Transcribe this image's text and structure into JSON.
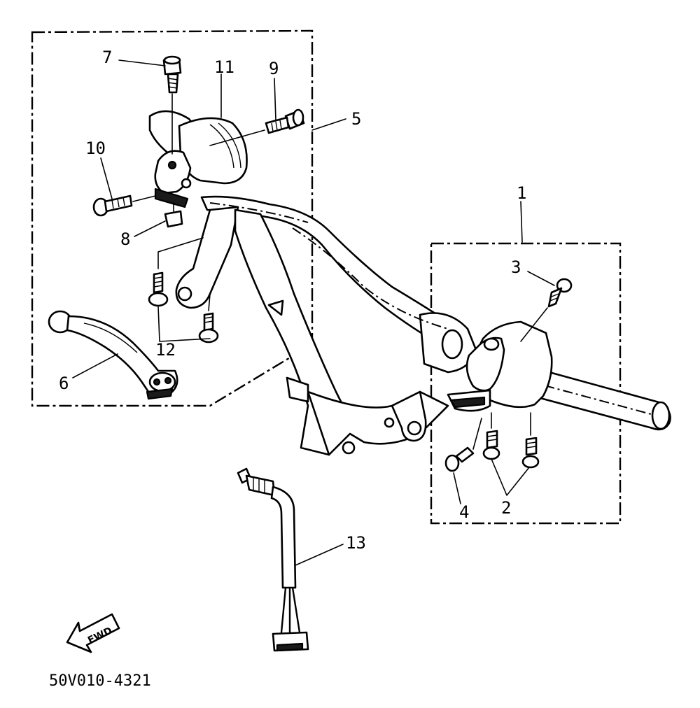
{
  "diagram": {
    "callouts": {
      "c1": "1",
      "c2": "2",
      "c3": "3",
      "c4": "4",
      "c5": "5",
      "c6": "6",
      "c7": "7",
      "c8": "8",
      "c9": "9",
      "c10": "10",
      "c11": "11",
      "c12": "12",
      "c13": "13"
    },
    "fwd_label": "FWD",
    "drawing_code": "50V010-4321"
  }
}
